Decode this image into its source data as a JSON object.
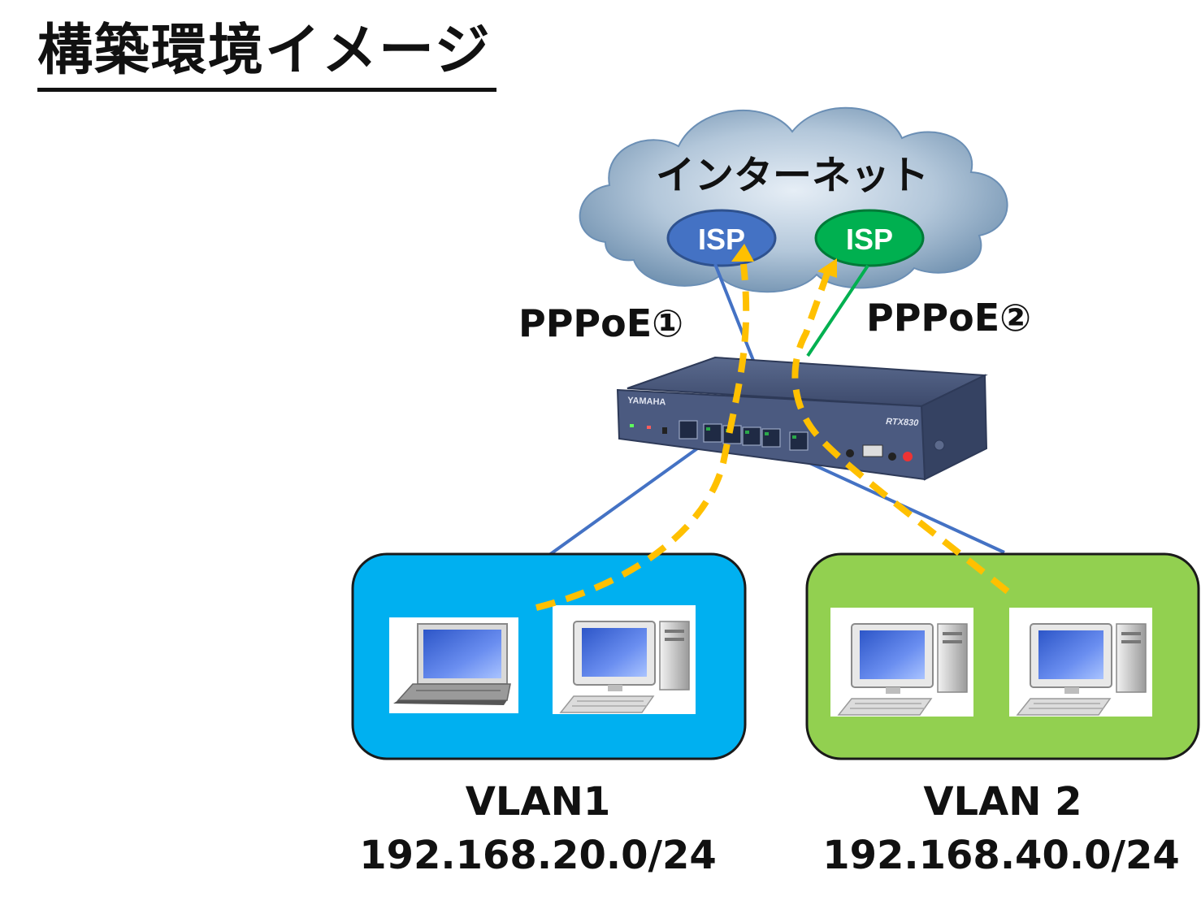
{
  "title": "構築環境イメージ",
  "cloud": {
    "label": "インターネット"
  },
  "isp": [
    {
      "label": "ISP",
      "color": "#4472c4"
    },
    {
      "label": "ISP",
      "color": "#00b050"
    }
  ],
  "links": [
    {
      "label": "PPPoE①",
      "color": "#4472c4"
    },
    {
      "label": "PPPoE②",
      "color": "#00b050"
    }
  ],
  "router": {
    "brand": "YAMAHA",
    "model": "RTX830"
  },
  "vlans": [
    {
      "name": "VLAN1",
      "subnet": "192.168.20.0/24",
      "color": "#00b0f0"
    },
    {
      "name": "VLAN 2",
      "subnet": "192.168.40.0/24",
      "color": "#92d050"
    }
  ],
  "traffic_color": "#ffc000"
}
